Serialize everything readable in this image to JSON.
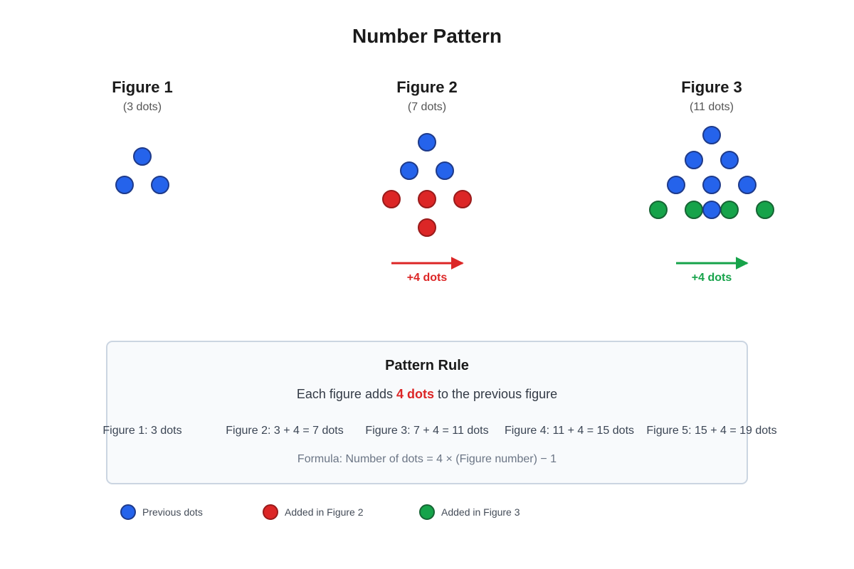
{
  "title": "Number Pattern",
  "colors": {
    "blue": "#2563eb",
    "blue_stroke": "#1e3a8a",
    "red": "#dc2626",
    "red_stroke": "#991b1b",
    "green": "#16a34a",
    "green_stroke": "#166534"
  },
  "figures": [
    {
      "title": "Figure 1",
      "subtitle": "(3 dots)"
    },
    {
      "title": "Figure 2",
      "subtitle": "(7 dots)",
      "arrow_label": "+4 dots"
    },
    {
      "title": "Figure 3",
      "subtitle": "(11 dots)",
      "arrow_label": "+4 dots"
    }
  ],
  "rule": {
    "title": "Pattern Rule",
    "text_before": "Each figure adds ",
    "text_highlight": "4 dots",
    "text_after": " to the previous figure",
    "sequence": [
      "Figure 1: 3 dots",
      "Figure 2: 3 + 4 = 7 dots",
      "Figure 3: 7 + 4 = 11 dots",
      "Figure 4: 11 + 4 = 15 dots",
      "Figure 5: 15 + 4 = 19 dots"
    ],
    "formula": "Formula: Number of dots = 4 × (Figure number) − 1"
  },
  "legend": [
    {
      "label": "Previous dots",
      "color": "blue"
    },
    {
      "label": "Added in Figure 2",
      "color": "red"
    },
    {
      "label": "Added in Figure 3",
      "color": "green"
    }
  ]
}
